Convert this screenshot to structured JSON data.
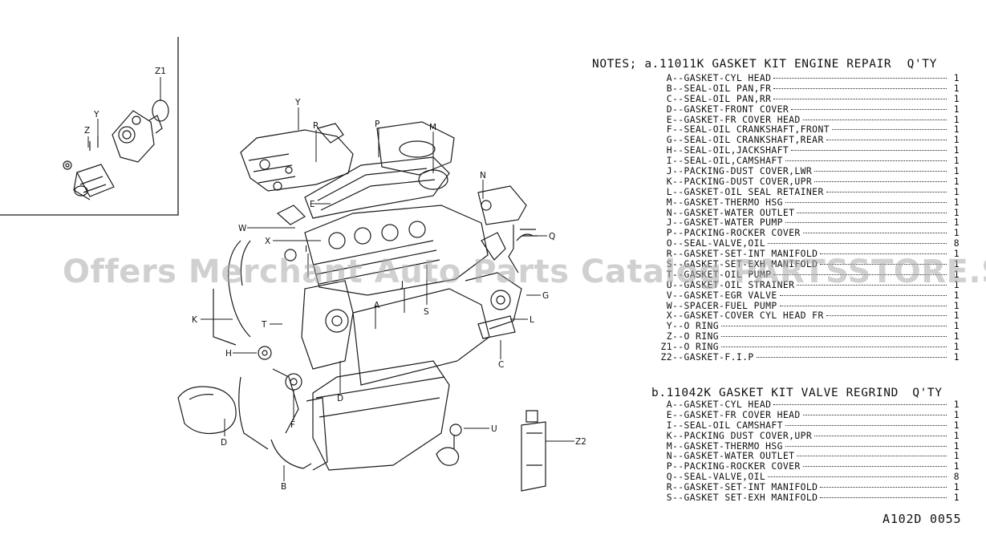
{
  "notes": {
    "prefix": "NOTES;",
    "kit_a": {
      "tag": "a.",
      "part_no": "11011K",
      "title": "GASKET KIT ENGINE REPAIR",
      "qty_header": "Q'TY"
    },
    "kit_b": {
      "tag": "b.",
      "part_no": "11042K",
      "title": "GASKET KIT VALVE REGRIND",
      "qty_header": "Q'TY"
    }
  },
  "kit_a_items": [
    {
      "code": "A",
      "desc": "GASKET-CYL HEAD",
      "qty": "1"
    },
    {
      "code": "B",
      "desc": "SEAL-OIL PAN,FR",
      "qty": "1"
    },
    {
      "code": "C",
      "desc": "SEAL-OIL PAN,RR",
      "qty": "1"
    },
    {
      "code": "D",
      "desc": "GASKET-FRONT COVER",
      "qty": "1"
    },
    {
      "code": "E",
      "desc": "GASKET-FR COVER HEAD",
      "qty": "1"
    },
    {
      "code": "F",
      "desc": "SEAL-OIL CRANKSHAFT,FRONT",
      "qty": "1"
    },
    {
      "code": "G",
      "desc": "SEAL-OIL CRANKSHAFT,REAR",
      "qty": "1"
    },
    {
      "code": "H",
      "desc": "SEAL-OIL,JACKSHAFT",
      "qty": "1"
    },
    {
      "code": "I",
      "desc": "SEAL-OIL,CAMSHAFT",
      "qty": "1"
    },
    {
      "code": "J",
      "desc": "PACKING-DUST COVER,LWR",
      "qty": "1"
    },
    {
      "code": "K",
      "desc": "PACKING-DUST COVER,UPR",
      "qty": "1"
    },
    {
      "code": "L",
      "desc": "GASKET-OIL SEAL RETAINER",
      "qty": "1"
    },
    {
      "code": "M",
      "desc": "GASKET-THERMO HSG",
      "qty": "1"
    },
    {
      "code": "N",
      "desc": "GASKET-WATER OUTLET",
      "qty": "1"
    },
    {
      "code": "J",
      "desc": "GASKET-WATER PUMP",
      "qty": "1"
    },
    {
      "code": "P",
      "desc": "PACKING-ROCKER COVER",
      "qty": "1"
    },
    {
      "code": "O",
      "desc": "SEAL-VALVE,OIL",
      "qty": "8"
    },
    {
      "code": "R",
      "desc": "GASKET-SET-INT MANIFOLD",
      "qty": "1"
    },
    {
      "code": "S",
      "desc": "GASKET-SET-EXH MANIFOLD",
      "qty": "1"
    },
    {
      "code": "T",
      "desc": "GASKET-OIL PUMP",
      "qty": "1"
    },
    {
      "code": "U",
      "desc": "GASKET-OIL STRAINER",
      "qty": "1"
    },
    {
      "code": "V",
      "desc": "GASKET-EGR VALVE",
      "qty": "1"
    },
    {
      "code": "W",
      "desc": "SPACER-FUEL PUMP",
      "qty": "1"
    },
    {
      "code": "X",
      "desc": "GASKET-COVER CYL HEAD FR",
      "qty": "1"
    },
    {
      "code": "Y",
      "desc": "O RING",
      "qty": "1"
    },
    {
      "code": "Z",
      "desc": "O RING",
      "qty": "1"
    },
    {
      "code": "Z1",
      "desc": "O RING",
      "qty": "1"
    },
    {
      "code": "Z2",
      "desc": "GASKET-F.I.P",
      "qty": "1"
    }
  ],
  "kit_b_items": [
    {
      "code": "A",
      "desc": "GASKET-CYL HEAD",
      "qty": "1"
    },
    {
      "code": "E",
      "desc": "GASKET-FR COVER HEAD",
      "qty": "1"
    },
    {
      "code": "I",
      "desc": "SEAL-OIL CAMSHAFT",
      "qty": "1"
    },
    {
      "code": "K",
      "desc": "PACKING DUST COVER,UPR",
      "qty": "1"
    },
    {
      "code": "M",
      "desc": "GASKET-THERMO HSG",
      "qty": "1"
    },
    {
      "code": "N",
      "desc": "GASKET-WATER OUTLET",
      "qty": "1"
    },
    {
      "code": "P",
      "desc": "PACKING-ROCKER COVER",
      "qty": "1"
    },
    {
      "code": "Q",
      "desc": "SEAL-VALVE,OIL",
      "qty": "8"
    },
    {
      "code": "R",
      "desc": "GASKET-SET-INT MANIFOLD",
      "qty": "1"
    },
    {
      "code": "S",
      "desc": "GASKET SET-EXH MANIFOLD",
      "qty": "1"
    }
  ],
  "callouts": {
    "z1": "Z1",
    "y1": "Y",
    "z": "Z",
    "y2": "Y",
    "r": "R",
    "p": "P",
    "m": "M",
    "n": "N",
    "e": "E",
    "w": "W",
    "x": "X",
    "i": "I",
    "q": "Q",
    "j": "J",
    "g": "G",
    "k": "K",
    "a": "A",
    "s": "S",
    "t": "T",
    "l": "L",
    "h": "H",
    "c": "C",
    "d1": "D",
    "f": "F",
    "d2": "D",
    "u": "U",
    "z2": "Z2",
    "b": "B"
  },
  "watermark": "Offers Merchant Auto Parts Catalog PARTSSTORE.SA",
  "drawing_code": "A102D 0055"
}
